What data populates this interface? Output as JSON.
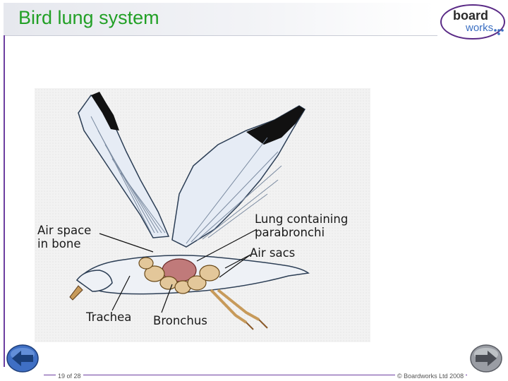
{
  "slide": {
    "title": "Bird lung system",
    "page_counter": "19 of 28",
    "copyright": "© Boardworks Ltd 2008"
  },
  "logo": {
    "word_top": "board",
    "word_bottom": "works"
  },
  "figure": {
    "labels": {
      "air_space_line1": "Air space",
      "air_space_line2": "in bone",
      "lung_line1": "Lung containing",
      "lung_line2": "parabronchi",
      "air_sacs": "Air sacs",
      "trachea": "Trachea",
      "bronchus": "Bronchus"
    }
  },
  "navigation": {
    "back_icon": "back-arrow-icon",
    "next_icon": "forward-arrow-icon"
  },
  "colors": {
    "title": "#22a026",
    "accent_line": "#6d3fa0",
    "nav_blue": "#3f6fc4",
    "nav_grey": "#8a8d94"
  }
}
